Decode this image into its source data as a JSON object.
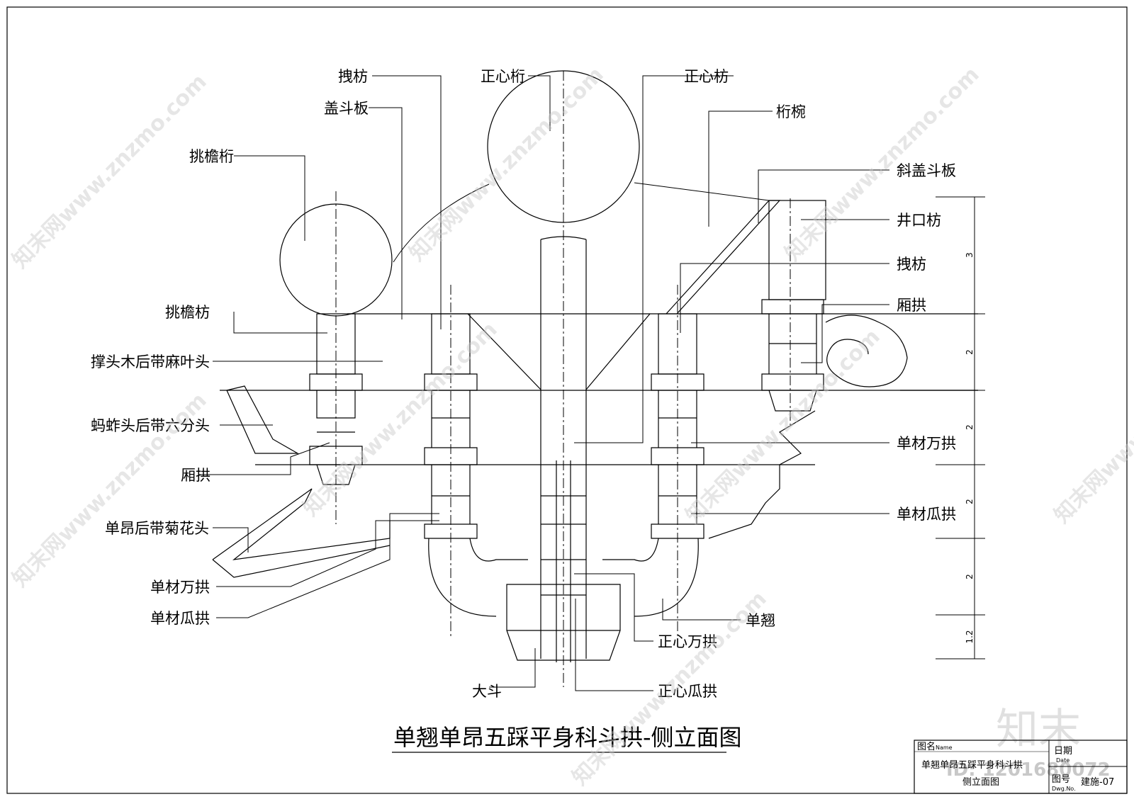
{
  "drawing": {
    "title": "单翘单昂五踩平身科斗拱-侧立面图",
    "labels_left": [
      {
        "id": "tiaoyan-heng",
        "text": "挑檐桁"
      },
      {
        "id": "tiaoyan-fang",
        "text": "挑檐枋"
      },
      {
        "id": "chengtoumu",
        "text": "撑头木后带麻叶头"
      },
      {
        "id": "mazhatou",
        "text": "蚂蚱头后带六分头"
      },
      {
        "id": "xianggong-l",
        "text": "厢拱"
      },
      {
        "id": "danang",
        "text": "单昂后带菊花头"
      },
      {
        "id": "wangong-l",
        "text": "单材万拱"
      },
      {
        "id": "guagong-l",
        "text": "单材瓜拱"
      }
    ],
    "labels_top": [
      {
        "id": "yefang-top",
        "text": "拽枋"
      },
      {
        "id": "gaidouban",
        "text": "盖斗板"
      },
      {
        "id": "zhengxin-heng",
        "text": "正心桁"
      },
      {
        "id": "zhengxin-fang",
        "text": "正心枋"
      },
      {
        "id": "hengwan",
        "text": "桁椀"
      }
    ],
    "labels_right": [
      {
        "id": "xiegaidouban",
        "text": "斜盖斗板"
      },
      {
        "id": "jingkoufang",
        "text": "井口枋"
      },
      {
        "id": "yefang-r",
        "text": "拽枋"
      },
      {
        "id": "xianggong-r",
        "text": "厢拱"
      },
      {
        "id": "wangong-r",
        "text": "单材万拱"
      },
      {
        "id": "guagong-r",
        "text": "单材瓜拱"
      }
    ],
    "labels_bottom": [
      {
        "id": "danqiao",
        "text": "单翘"
      },
      {
        "id": "zx-wangong",
        "text": "正心万拱"
      },
      {
        "id": "dadou",
        "text": "大斗"
      },
      {
        "id": "zx-guagong",
        "text": "正心瓜拱"
      }
    ],
    "dimensions": [
      "3",
      "2",
      "2",
      "2",
      "2",
      "1.2"
    ]
  },
  "watermark": {
    "text": "知末网www.znzmo.com",
    "logo": "知末",
    "id_text": "ID: 1201680072"
  },
  "title_block": {
    "name_label": "图名",
    "name_label_en": "Name",
    "name_value_1": "单翘单昂五踩平身科斗拱",
    "name_value_2": "侧立面图",
    "date_label": "日期",
    "date_label_en": "Date",
    "no_label": "图号",
    "no_label_en": "Dwg.No.",
    "no_value": "建施-07"
  }
}
